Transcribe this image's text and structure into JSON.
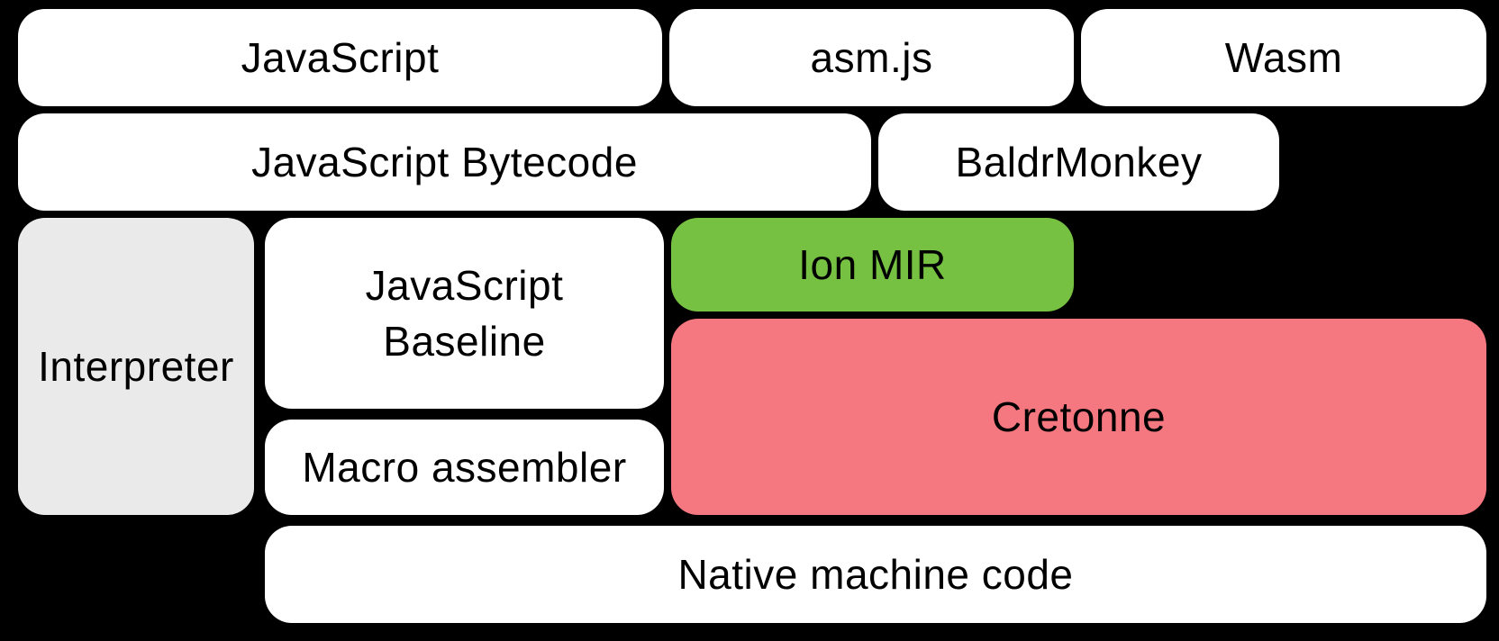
{
  "colors": {
    "background": "#000000",
    "box_white": "#ffffff",
    "box_gray": "#eaeaea",
    "box_green": "#77c142",
    "box_pink": "#f5777f",
    "text": "#000000"
  },
  "diagram": {
    "boxes": {
      "javascript": {
        "label": "JavaScript"
      },
      "asmjs": {
        "label": "asm.js"
      },
      "wasm": {
        "label": "Wasm"
      },
      "bytecode": {
        "label": "JavaScript Bytecode"
      },
      "baldrmonkey": {
        "label": "BaldrMonkey"
      },
      "interpreter": {
        "label": "Interpreter"
      },
      "baseline": {
        "lines": [
          "JavaScript",
          "Baseline"
        ]
      },
      "ion_mir": {
        "label": "Ion MIR"
      },
      "cretonne": {
        "label": "Cretonne"
      },
      "macro_assembler": {
        "label": "Macro assembler"
      },
      "native": {
        "label": "Native machine code"
      }
    }
  }
}
